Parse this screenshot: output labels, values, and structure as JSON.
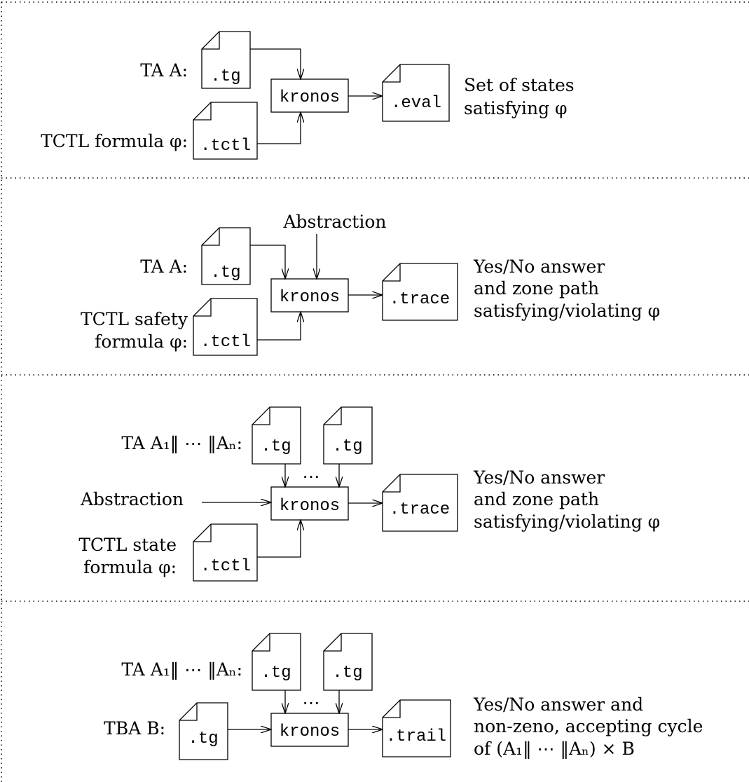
{
  "panels": [
    {
      "inputs": [
        {
          "label": [
            "TA A:"
          ],
          "file": ".tg"
        },
        {
          "label": [
            "TCTL formula φ:"
          ],
          "file": ".tctl"
        }
      ],
      "tool": "kronos",
      "output_file": ".eval",
      "result": [
        "Set of states",
        "satisfying φ"
      ]
    },
    {
      "abstraction": "Abstraction",
      "inputs": [
        {
          "label": [
            "TA A:"
          ],
          "file": ".tg"
        },
        {
          "label": [
            "TCTL safety",
            "formula φ:"
          ],
          "file": ".tctl"
        }
      ],
      "tool": "kronos",
      "output_file": ".trace",
      "result": [
        "Yes/No answer",
        "and zone path",
        "satisfying/violating φ"
      ]
    },
    {
      "network_label": "TA A₁‖ ⋯ ‖Aₙ:",
      "network_files": [
        ".tg",
        ".tg"
      ],
      "dots": "⋯",
      "abstraction": "Abstraction",
      "inputs": [
        {
          "label": [
            "TCTL state",
            "formula φ:"
          ],
          "file": ".tctl"
        }
      ],
      "tool": "kronos",
      "output_file": ".trace",
      "result": [
        "Yes/No answer",
        "and zone path",
        "satisfying/violating φ"
      ]
    },
    {
      "network_label": "TA A₁‖ ⋯ ‖Aₙ:",
      "network_files": [
        ".tg",
        ".tg"
      ],
      "dots": "⋯",
      "inputs": [
        {
          "label": [
            "TBA B:"
          ],
          "file": ".tg"
        }
      ],
      "tool": "kronos",
      "output_file": ".trail",
      "result": [
        "Yes/No answer and",
        "non-zeno, accepting cycle",
        "of (A₁‖ ⋯ ‖Aₙ) × B"
      ]
    }
  ]
}
